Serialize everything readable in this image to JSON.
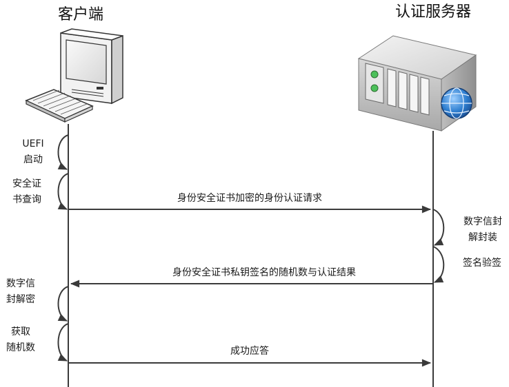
{
  "participants": {
    "client": {
      "label": "客户端"
    },
    "server": {
      "label": "认证服务器"
    }
  },
  "self_steps": {
    "uefi_boot": {
      "line1": "UEFI",
      "line2": "启动"
    },
    "cert_query": {
      "line1": "安全证",
      "line2": "书查询"
    },
    "digital_unwrap": {
      "line1": "数字信封",
      "line2": "解封装"
    },
    "sig_verify": {
      "line1": "签名验签"
    },
    "envelope_decrypt": {
      "line1": "数字信",
      "line2": "封解密"
    },
    "get_random": {
      "line1": "获取",
      "line2": "随机数"
    }
  },
  "messages": {
    "auth_request": {
      "label": "身份安全证书加密的身份认证请求"
    },
    "auth_result": {
      "label": "身份安全证书私钥签名的随机数与认证结果"
    },
    "success_reply": {
      "label": "成功应答"
    }
  },
  "icons": {
    "client": "desktop-computer-icon",
    "server": "server-with-globe-icon"
  },
  "colors": {
    "lifeline": "#3a3a3a",
    "arrow": "#3a3a3a",
    "text": "#1a1a1a"
  }
}
